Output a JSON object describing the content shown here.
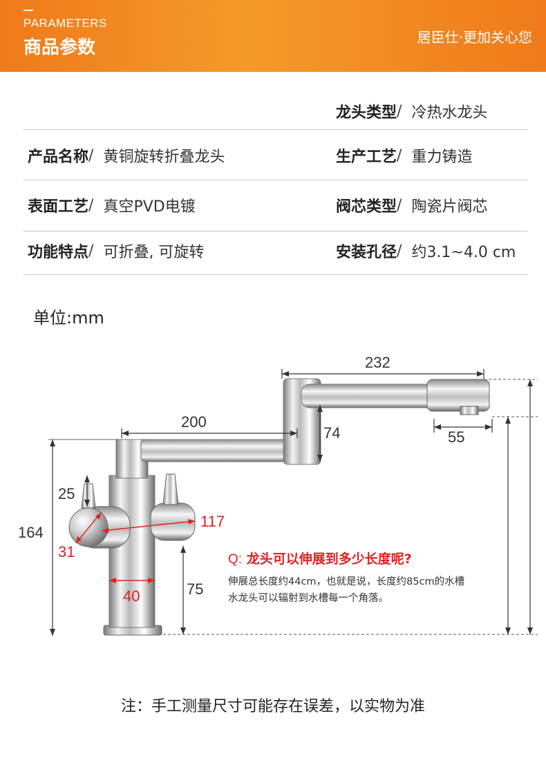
{
  "header": {
    "en_title": "PARAMETERS",
    "cn_title": "商品参数",
    "slogan": "居臣仕·更加关心您"
  },
  "params": {
    "separator": "/",
    "faucet_type": {
      "label": "龙头类型",
      "value": "冷热水龙头"
    },
    "product_name": {
      "label": "产品名称",
      "value": "黄铜旋转折叠龙头"
    },
    "process": {
      "label": "生产工艺",
      "value": "重力铸造"
    },
    "surface": {
      "label": "表面工艺",
      "value": "真空PVD电镀"
    },
    "core_type": {
      "label": "阀芯类型",
      "value": "陶瓷片阀芯"
    },
    "features": {
      "label": "功能特点",
      "value": "可折叠, 可旋转"
    },
    "hole": {
      "label": "安装孔径",
      "value": "约3.1~4.0 cm"
    }
  },
  "unit_label": "单位:mm",
  "dimensions": {
    "d232": "232",
    "d200": "200",
    "d74": "74",
    "d55": "55",
    "d25": "25",
    "d164": "164",
    "d117": "117",
    "d31": "31",
    "d75": "75",
    "d40": "40"
  },
  "qa": {
    "q_prefix": "Q:",
    "question": "龙头可以伸展到多少长度呢?",
    "answer_line1": "伸展总长度约44cm，也就是说，长度约85cm的水槽",
    "answer_line2": "水龙头可以辐射到水槽每一个角落。"
  },
  "note": "注：手工测量尺寸可能存在误差，以实物为准",
  "colors": {
    "banner": "#f07a1a",
    "accent_red": "#e02020"
  }
}
